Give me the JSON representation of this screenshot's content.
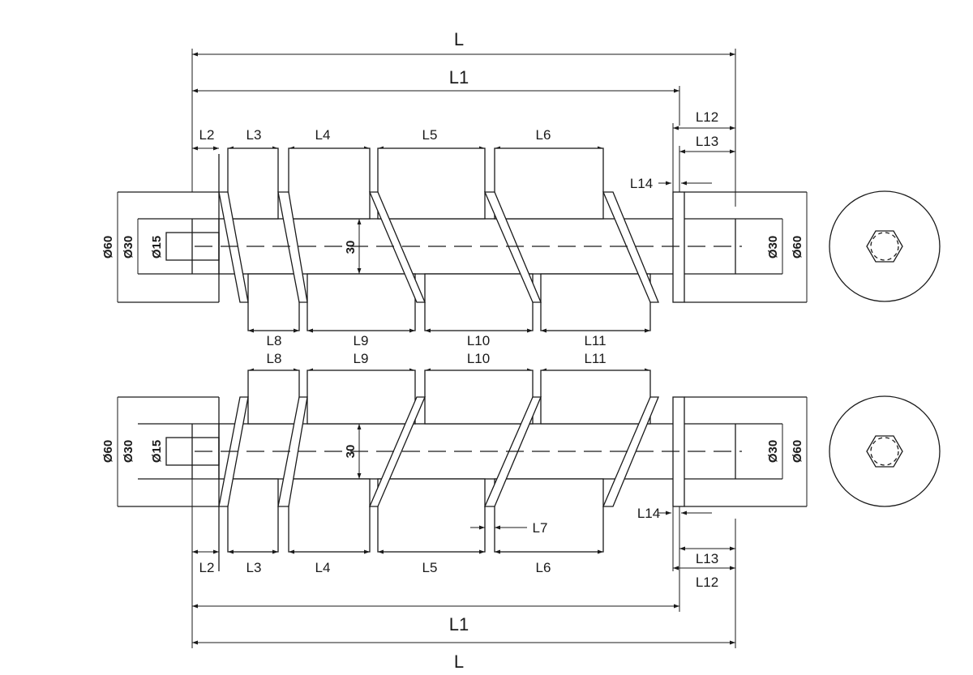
{
  "drawing": {
    "labels": {
      "L": "L",
      "L1": "L1",
      "L2": "L2",
      "L3": "L3",
      "L4": "L4",
      "L5": "L5",
      "L6": "L6",
      "L7": "L7",
      "L8": "L8",
      "L9": "L9",
      "L10": "L10",
      "L11": "L11",
      "L12": "L12",
      "L13": "L13",
      "L14": "L14"
    },
    "diameters": {
      "outer": "Ø60",
      "shaft": "Ø30",
      "bore": "Ø15",
      "core": "30",
      "end_shaft": "Ø30",
      "end_outer": "Ø60"
    }
  }
}
